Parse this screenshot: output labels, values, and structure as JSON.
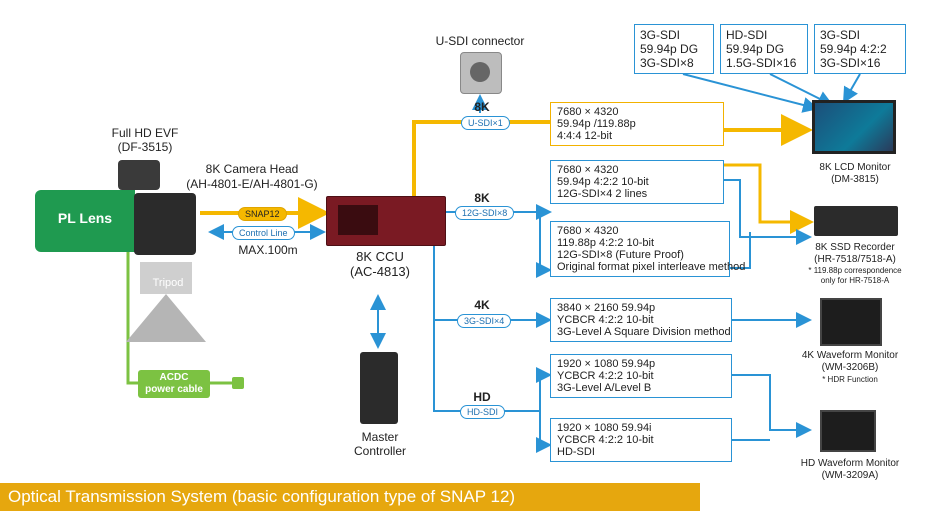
{
  "devices": {
    "pl_lens": "PL Lens",
    "evf_name": "Full HD EVF",
    "evf_model": "(DF-3515)",
    "camera_name": "8K Camera Head",
    "camera_model": "(AH-4801-E/AH-4801-G)",
    "tripod": "Tripod",
    "acdc_line1": "ACDC",
    "acdc_line2": "power cable",
    "usdi_connector": "U-SDI connector",
    "ccu_name": "8K CCU",
    "ccu_model": "(AC-4813)",
    "master_line1": "Master",
    "master_line2": "Controller",
    "lcd_name": "8K LCD Monitor",
    "lcd_model": "(DM-3815)",
    "ssd_name": "8K SSD Recorder",
    "ssd_model": "(HR-7518/7518-A)",
    "ssd_note1": "* 119.88p correspondence",
    "ssd_note2": "only for HR-7518-A",
    "wfm4k_name": "4K Waveform Monitor",
    "wfm4k_model": "(WM-3206B)",
    "wfm4k_note": "* HDR Function",
    "wfmhd_name": "HD Waveform Monitor",
    "wfmhd_model": "(WM-3209A)"
  },
  "links": {
    "snap12": "SNAP12",
    "control_line": "Control Line",
    "max_distance": "MAX.100m"
  },
  "groups": {
    "g8k_a": "8K",
    "g8k_b": "8K",
    "g4k": "4K",
    "ghd": "HD"
  },
  "signals": {
    "usdi": "U-SDI×1",
    "sdi12g": "12G-SDI×8",
    "sdi3g": "3G-SDI×4",
    "hdsdi": "HD-SDI"
  },
  "top_boxes": [
    {
      "l1": "3G-SDI",
      "l2": "59.94p  DG",
      "l3": "3G-SDI×8"
    },
    {
      "l1": "HD-SDI",
      "l2": "59.94p  DG",
      "l3": "1.5G-SDI×16"
    },
    {
      "l1": "3G-SDI",
      "l2": "59.94p  4:2:2",
      "l3": "3G-SDI×16"
    }
  ],
  "format_boxes": {
    "usdi": {
      "l1": "7680 × 4320",
      "l2": "59.94p /119.88p",
      "l3": "4:4:4 12-bit"
    },
    "sdi12g_a": {
      "l1": "7680 × 4320",
      "l2": "59.94p  4:2:2  10-bit",
      "l3": "12G-SDI×4  2 lines"
    },
    "sdi12g_b": {
      "l1": "7680 × 4320",
      "l2": "119.88p  4:2:2  10-bit",
      "l3": "12G-SDI×8  (Future Proof)",
      "l4": "Original format pixel interleave method"
    },
    "sdi3g": {
      "l1": "3840 × 2160  59.94p",
      "l2": "YCBCR 4:2:2 10-bit",
      "l3": "3G-Level A  Square Division method"
    },
    "hd_a": {
      "l1": "1920 × 1080  59.94p",
      "l2": "YCBCR 4:2:2 10-bit",
      "l3": "3G-Level A/Level B"
    },
    "hd_b": {
      "l1": "1920 × 1080  59.94i",
      "l2": "YCBCR 4:2:2 10-bit",
      "l3": "HD-SDI"
    }
  },
  "caption": "Optical Transmission System (basic configuration type of SNAP 12)",
  "colors": {
    "accent_yellow": "#f5b800",
    "accent_blue": "#2a93d5",
    "lens_green": "#1f9a50",
    "ccu_red": "#7a1a23",
    "caption_bg": "#e6a70e"
  }
}
